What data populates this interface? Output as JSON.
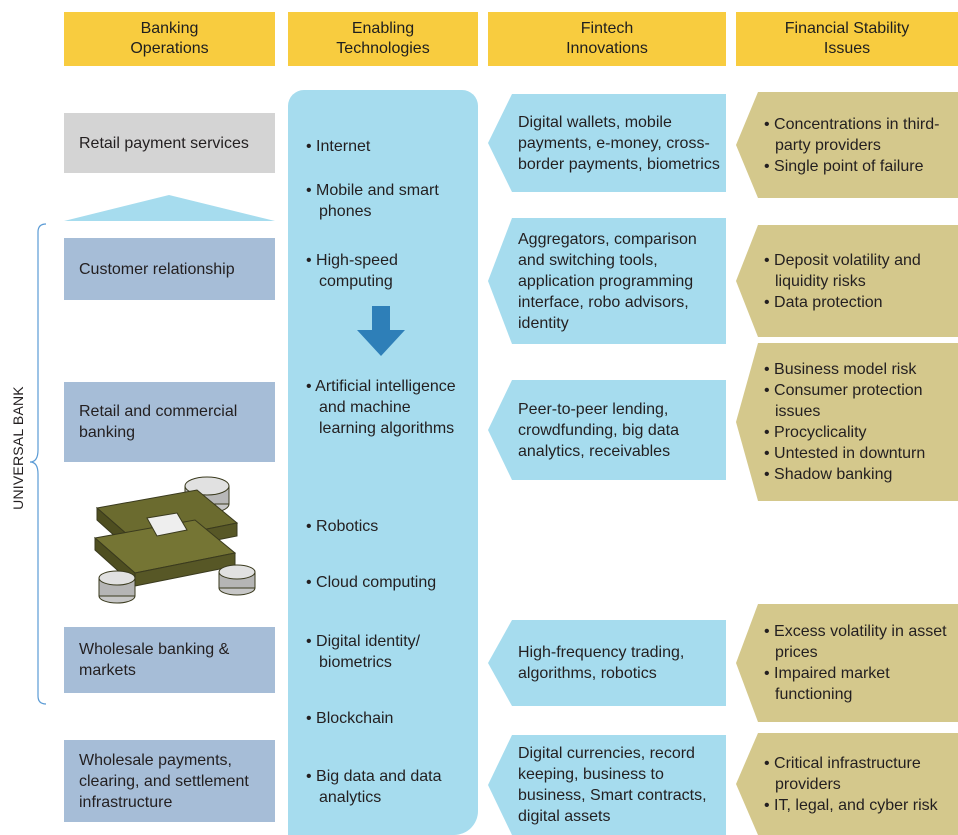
{
  "headers": [
    "Banking\nOperations",
    "Enabling\nTechnologies",
    "Fintech\nInnovations",
    "Financial Stability\nIssues"
  ],
  "side_label": "UNIVERSAL BANK",
  "operations": [
    "Retail payment services",
    "Customer relationship",
    "Retail and commercial banking",
    "Wholesale banking & markets",
    "Wholesale payments, clearing, and settlement infrastructure"
  ],
  "technologies": [
    "Internet",
    "Mobile and smart phones",
    "High-speed computing",
    "Artificial intelligence and machine learning algorithms",
    "Robotics",
    "Cloud computing",
    "Digital identity/ biometrics",
    "Blockchain",
    "Big data and data analytics"
  ],
  "innovations": [
    "Digital wallets, mobile payments, e-money, cross-border payments, biometrics",
    "Aggregators, comparison and switching tools, application programming interface, robo advisors, identity",
    "Peer-to-peer lending, crowdfunding, big data analytics, receivables",
    "High-frequency trading, algorithms, robotics",
    "Digital currencies, record keeping, business to business, Smart contracts, digital assets"
  ],
  "issues": [
    [
      "Concentrations in third-party providers",
      "Single point of failure"
    ],
    [
      "Deposit volatility and liquidity risks",
      "Data protection"
    ],
    [
      "Business model risk",
      "Consumer protection issues",
      "Procyclicality",
      "Untested in downturn",
      "Shadow banking"
    ],
    [
      "Excess volatility in asset prices",
      "Impaired market functioning"
    ],
    [
      "Critical infrastructure providers",
      "IT, legal, and cyber risk"
    ]
  ],
  "image": "stacked-money-and-coins-illustration"
}
